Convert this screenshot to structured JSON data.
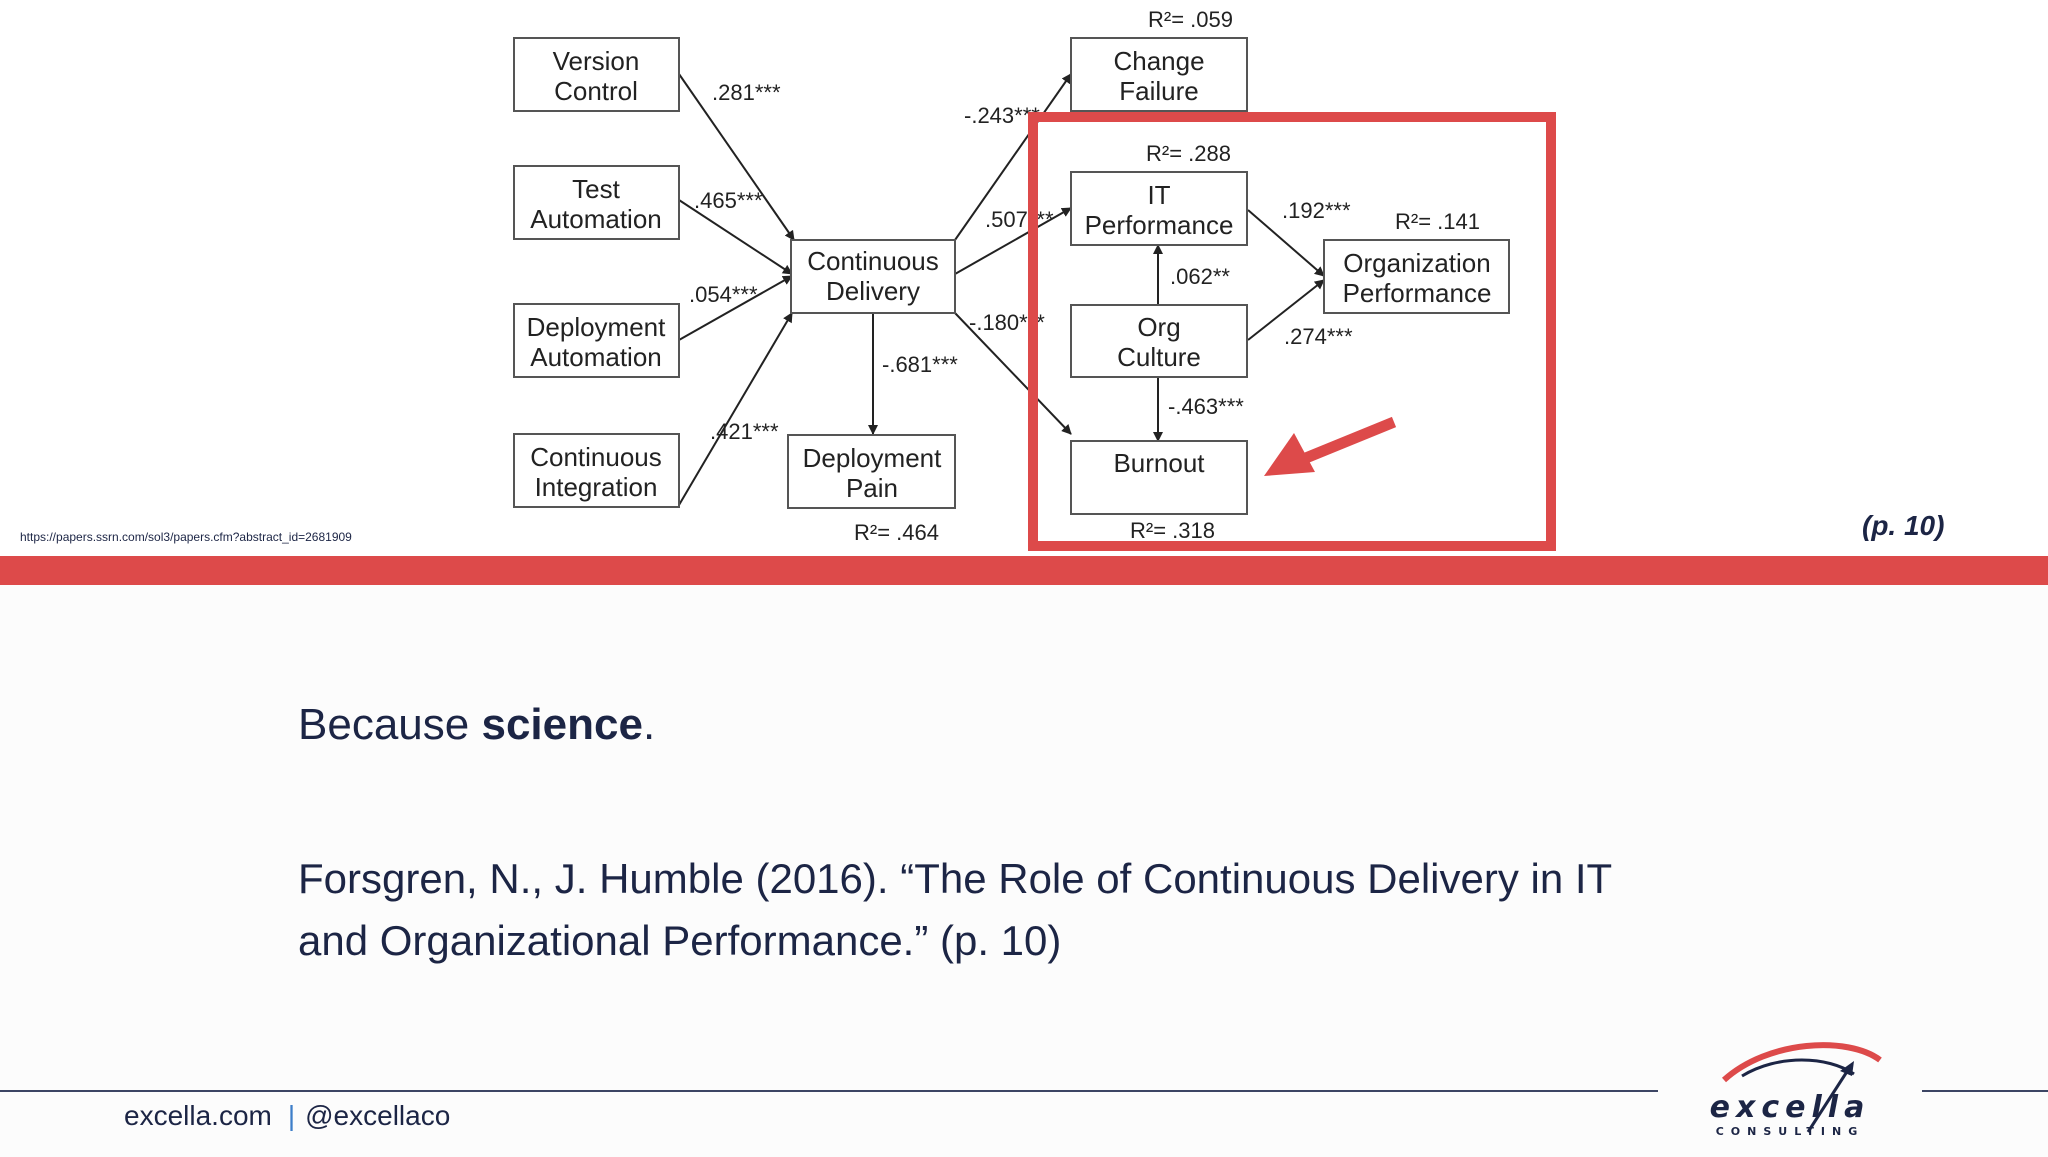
{
  "diagram": {
    "nodes": [
      {
        "id": "version_control",
        "lines": [
          "Version",
          "Control"
        ]
      },
      {
        "id": "test_automation",
        "lines": [
          "Test",
          "Automation"
        ]
      },
      {
        "id": "deployment_automation",
        "lines": [
          "Deployment",
          "Automation"
        ]
      },
      {
        "id": "continuous_integration",
        "lines": [
          "Continuous",
          "Integration"
        ]
      },
      {
        "id": "continuous_delivery",
        "lines": [
          "Continuous",
          "Delivery"
        ]
      },
      {
        "id": "deployment_pain",
        "lines": [
          "Deployment",
          "Pain"
        ]
      },
      {
        "id": "change_failure",
        "lines": [
          "Change",
          "Failure"
        ]
      },
      {
        "id": "it_performance",
        "lines": [
          "IT",
          "Performance"
        ]
      },
      {
        "id": "org_culture",
        "lines": [
          "Org",
          "Culture"
        ]
      },
      {
        "id": "burnout",
        "lines": [
          "Burnout"
        ]
      },
      {
        "id": "organization_performance",
        "lines": [
          "Organization",
          "Performance"
        ]
      }
    ],
    "edges": [
      {
        "from": "version_control",
        "to": "continuous_delivery",
        "label": ".281***"
      },
      {
        "from": "test_automation",
        "to": "continuous_delivery",
        "label": ".465***"
      },
      {
        "from": "deployment_automation",
        "to": "continuous_delivery",
        "label": ".054***"
      },
      {
        "from": "continuous_integration",
        "to": "continuous_delivery",
        "label": ".421***"
      },
      {
        "from": "continuous_delivery",
        "to": "deployment_pain",
        "label": "-.681***"
      },
      {
        "from": "continuous_delivery",
        "to": "change_failure",
        "label": "-.243***"
      },
      {
        "from": "continuous_delivery",
        "to": "it_performance",
        "label": ".507***"
      },
      {
        "from": "continuous_delivery",
        "to": "burnout",
        "label": "-.180***"
      },
      {
        "from": "org_culture",
        "to": "it_performance",
        "label": ".062**"
      },
      {
        "from": "org_culture",
        "to": "burnout",
        "label": "-.463***"
      },
      {
        "from": "it_performance",
        "to": "organization_performance",
        "label": ".192***"
      },
      {
        "from": "org_culture",
        "to": "organization_performance",
        "label": ".274***"
      }
    ],
    "r_squared": {
      "change_failure": "R²= .059",
      "it_performance": "R²= .288",
      "organization_performance": "R²= .141",
      "deployment_pain": "R²= .464",
      "burnout": "R²= .318"
    },
    "highlight_color": "#dd4a4a"
  },
  "source_url": "https://papers.ssrn.com/sol3/papers.cfm?abstract_id=2681909",
  "page_ref": "(p. 10)",
  "statement": {
    "prefix": "Because ",
    "emphasis": "science",
    "suffix": "."
  },
  "citation": {
    "line1": "Forsgren, N., J. Humble (2016). “The Role of Continuous Delivery in IT",
    "line2": "and Organizational Performance.” (p. 10)"
  },
  "footer": {
    "site": "excella.com",
    "separator": "|",
    "handle": "@excellaco"
  },
  "logo": {
    "name": "excella",
    "tagline": "CONSULTING"
  },
  "colors": {
    "accent_red": "#dd4a4a",
    "navy": "#1c2545",
    "link_blue": "#3d7ec9"
  }
}
